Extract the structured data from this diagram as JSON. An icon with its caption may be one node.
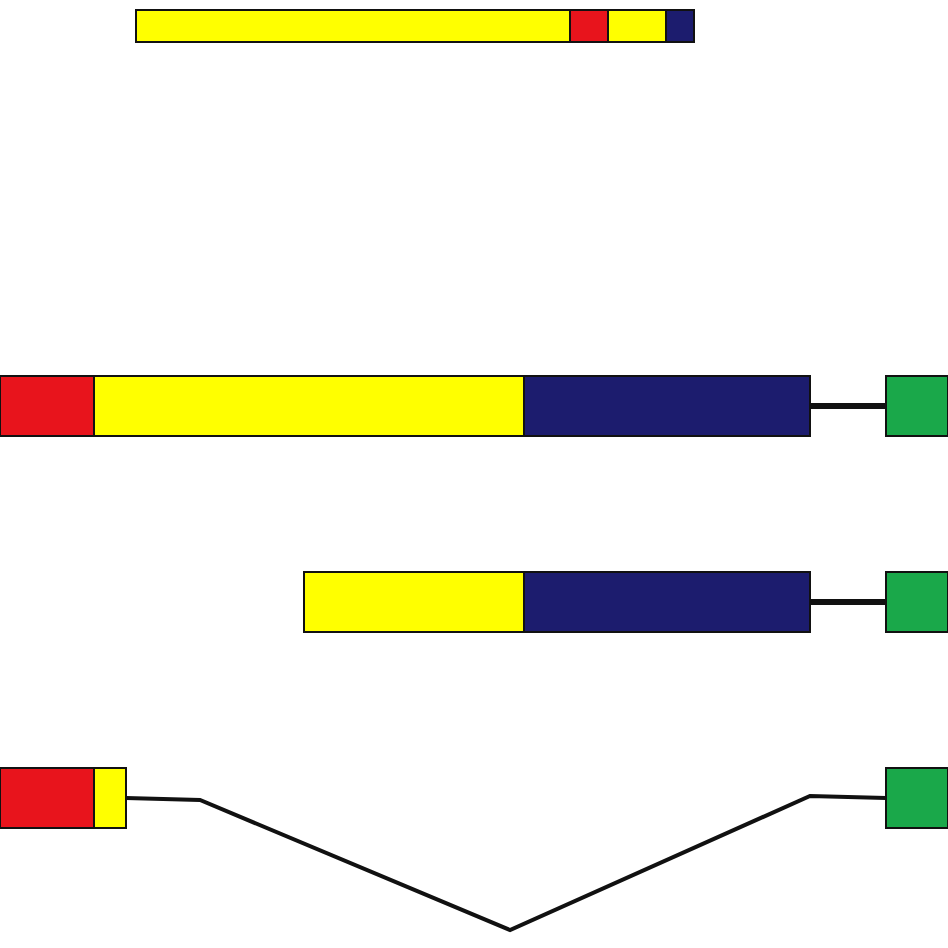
{
  "diagram": {
    "nodes": [
      {
        "text": [],
        "shape": "box"
      },
      {
        "text": [],
        "shape": "box"
      },
      {
        "text": [],
        "shape": "box"
      },
      {
        "text": [],
        "shape": "box"
      },
      {
        "text": [],
        "shape": "box"
      },
      {
        "text": [],
        "shape": "box"
      },
      {
        "text": [],
        "shape": "box"
      },
      {
        "text": [],
        "shape": "box"
      },
      {
        "text": [],
        "shape": "box"
      },
      {
        "text": [],
        "shape": "box"
      },
      {
        "text": [],
        "shape": "box"
      },
      {
        "text": [],
        "shape": "box"
      },
      {
        "text": [],
        "shape": "box"
      },
      {
        "text": [],
        "shape": "box"
      }
    ],
    "edges": [
      {
        "from": 6,
        "to": 7,
        "arrow": "none"
      },
      {
        "from": 9,
        "to": 10,
        "arrow": "none"
      },
      {
        "from": 12,
        "to": 13,
        "arrow": "none"
      }
    ]
  }
}
